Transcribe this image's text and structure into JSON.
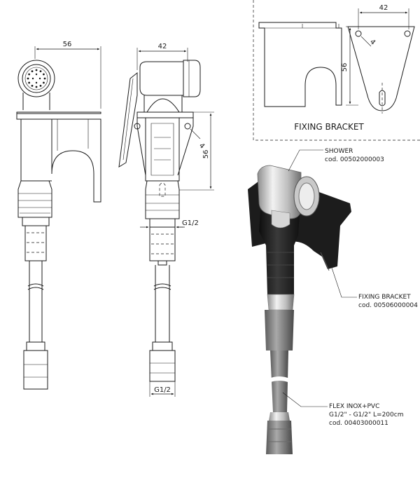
{
  "dimensions": {
    "front_width": "56",
    "side_width": "42",
    "side_height": "56",
    "side_angle": "4",
    "thread_top": "G1/2",
    "thread_bottom": "G1/2",
    "bracket_width": "42",
    "bracket_height": "56",
    "bracket_angle": "4"
  },
  "bracket_section": {
    "title": "FIXING BRACKET"
  },
  "callouts": {
    "shower": {
      "name": "SHOWER",
      "code": "cod. 00502000003"
    },
    "fixing_bracket": {
      "name": "FIXING BRACKET",
      "code": "cod. 00506000004"
    },
    "flex": {
      "name": "FLEX INOX+PVC",
      "spec": "G1/2\" - G1/2\" L=200cm",
      "code": "cod. 00403000011"
    }
  },
  "colors": {
    "line": "#1a1a1a",
    "render_black": "#1c1c1c",
    "render_chrome": "#c8c8c8",
    "render_grey": "#8a8a8a"
  }
}
